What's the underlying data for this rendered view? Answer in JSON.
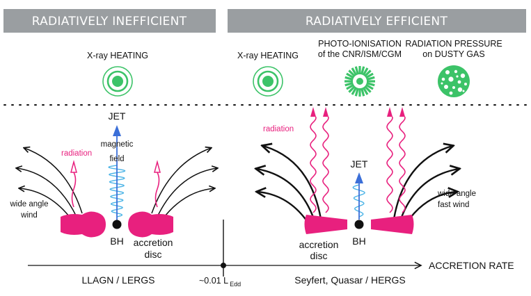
{
  "colors": {
    "header_bg": "#9a9ea1",
    "magenta": "#e8207e",
    "green": "#3cc368",
    "jet_blue": "#3b6fd8",
    "field_blue": "#4ab3e6",
    "text": "#111111"
  },
  "headers": {
    "inefficient": "RADIATIVELY INEFFICIENT",
    "efficient": "RADIATIVELY EFFICIENT"
  },
  "feedback": {
    "left_xray": "X-ray HEATING",
    "right_xray": "X-ray HEATING",
    "photo_line1": "PHOTO-IONISATION",
    "photo_line2": "of the CNR/ISM/CGM",
    "pressure_line1": "RADIATION PRESSURE",
    "pressure_line2": "on DUSTY GAS"
  },
  "left_panel": {
    "jet": "JET",
    "magnetic_line1": "magnetic",
    "magnetic_line2": "field",
    "radiation": "radiation",
    "wind_line1": "wide angle",
    "wind_line2": "wind",
    "bh": "BH",
    "disc_line1": "accretion",
    "disc_line2": "disc"
  },
  "right_panel": {
    "radiation": "radiation",
    "jet": "JET",
    "wind_line1": "wide angle",
    "wind_line2": "fast wind",
    "disc_line1": "accretion",
    "disc_line2": "disc",
    "bh": "BH"
  },
  "axis": {
    "label": "ACCRETION RATE",
    "left_regime": "LLAGN / LERGS",
    "right_regime": "Seyfert, Quasar / HERGS",
    "threshold_main": "~0.01 L",
    "threshold_sub": "Edd"
  }
}
